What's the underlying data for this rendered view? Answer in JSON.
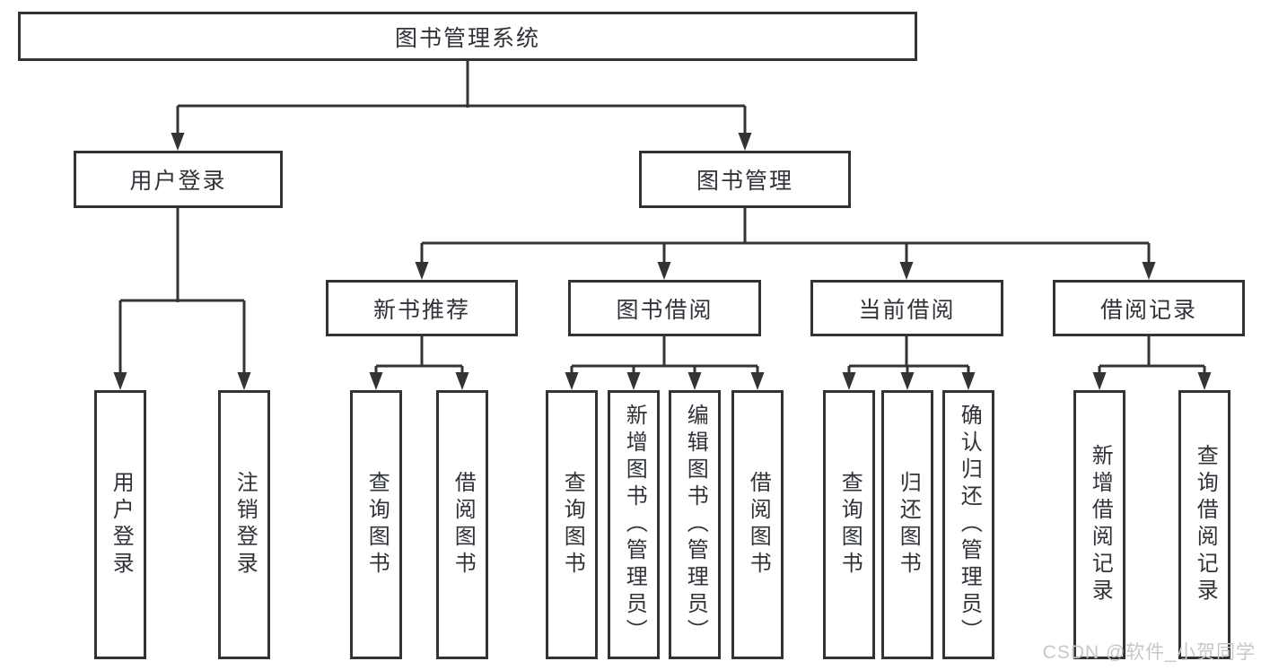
{
  "diagram_type": "hierarchy-tree",
  "colors": {
    "background": "#ffffff",
    "line": "#333333",
    "box_border": "#333333",
    "box_fill": "#ffffff",
    "text": "#2f3338",
    "watermark": "#c7c7c7"
  },
  "tree": {
    "label": "图书管理系统",
    "children": [
      {
        "label": "用户登录",
        "children": [
          {
            "label": "用户登录"
          },
          {
            "label": "注销登录"
          }
        ]
      },
      {
        "label": "图书管理",
        "children": [
          {
            "label": "新书推荐",
            "children": [
              {
                "label": "查询图书"
              },
              {
                "label": "借阅图书"
              }
            ]
          },
          {
            "label": "图书借阅",
            "children": [
              {
                "label": "查询图书"
              },
              {
                "label": "新增图书（管理员）"
              },
              {
                "label": "编辑图书（管理员）"
              },
              {
                "label": "借阅图书"
              }
            ]
          },
          {
            "label": "当前借阅",
            "children": [
              {
                "label": "查询图书"
              },
              {
                "label": "归还图书"
              },
              {
                "label": "确认归还（管理员）"
              }
            ]
          },
          {
            "label": "借阅记录",
            "children": [
              {
                "label": "新增借阅记录"
              },
              {
                "label": "查询借阅记录"
              }
            ]
          }
        ]
      }
    ]
  },
  "watermark": {
    "text": "CSDN @软件_小贺同学"
  }
}
